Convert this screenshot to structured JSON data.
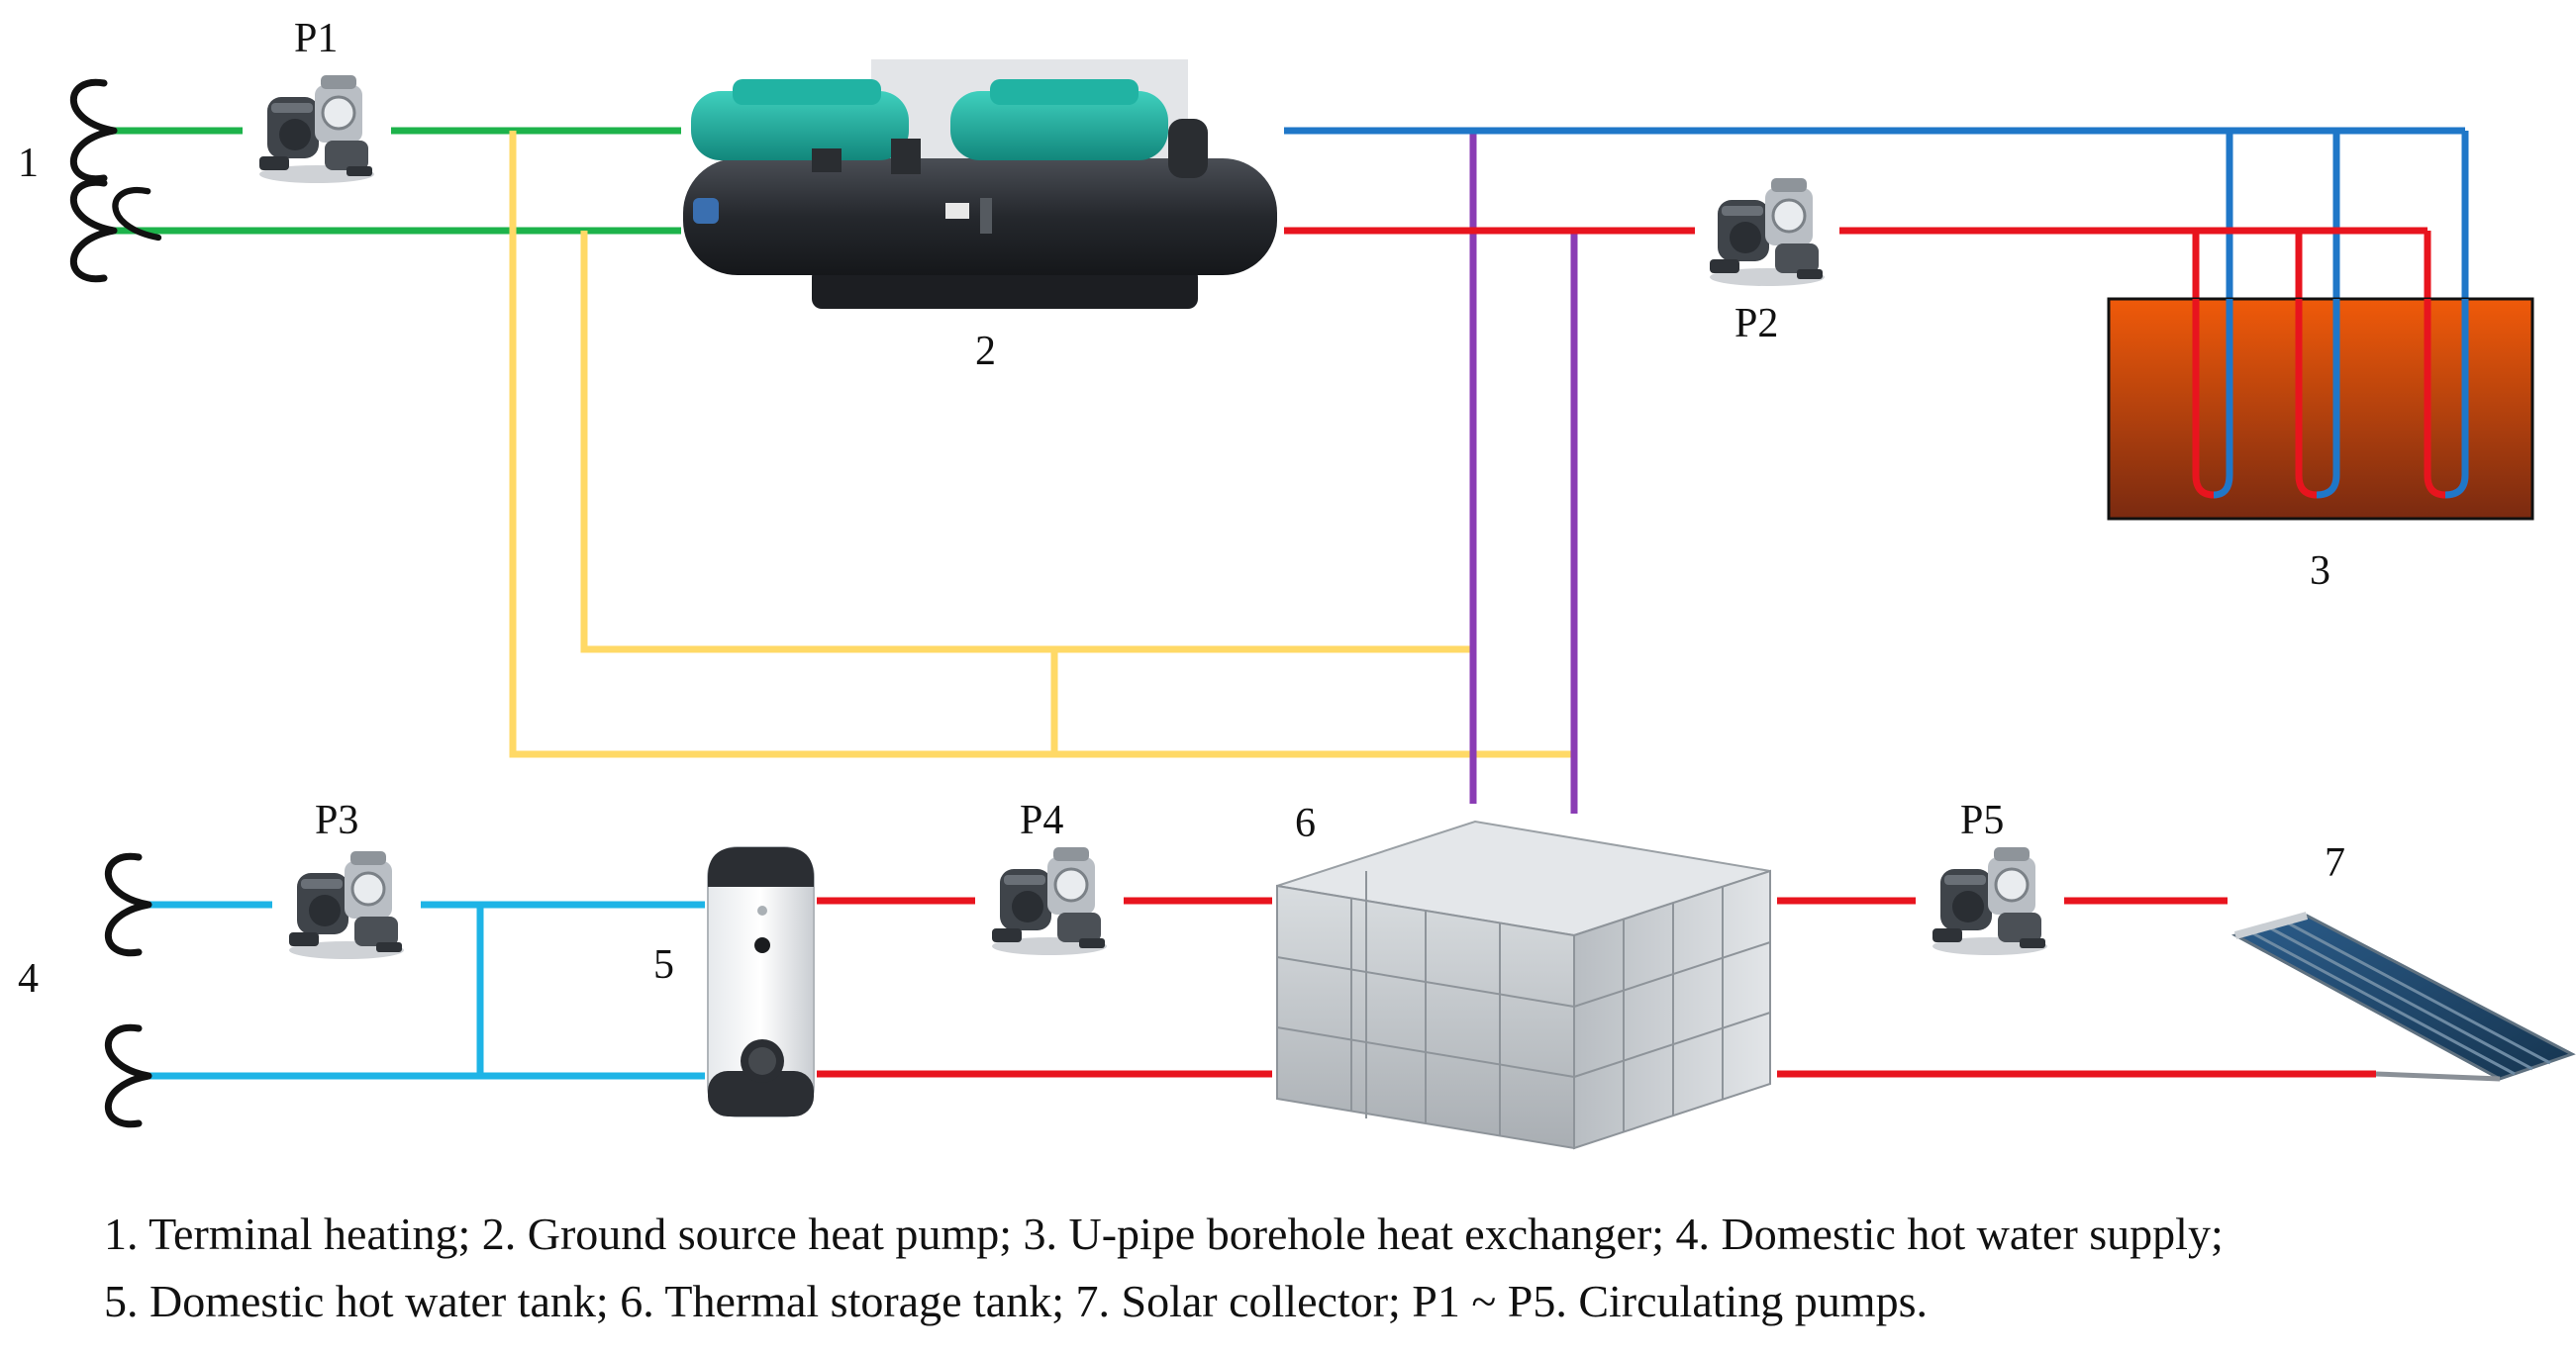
{
  "labels": {
    "n1": "1",
    "n2": "2",
    "n3": "3",
    "n4": "4",
    "n5": "5",
    "n6": "6",
    "n7": "7",
    "p1": "P1",
    "p2": "P2",
    "p3": "P3",
    "p4": "P4",
    "p5": "P5"
  },
  "caption": {
    "line1": "1. Terminal heating; 2. Ground source heat pump; 3. U-pipe borehole heat exchanger; 4. Domestic hot water supply;",
    "line2": "5. Domestic hot water tank; 6. Thermal storage tank; 7. Solar collector; P1 ~ P5. Circulating pumps."
  },
  "colors": {
    "green": "#1db34b",
    "yellow": "#ffd966",
    "blue_pipe": "#1f77c8",
    "red": "#e8141e",
    "purple": "#8a3cb4",
    "cyan": "#1eb4e6",
    "soil_top": "#f05a0a",
    "soil_bottom": "#7a2a10",
    "pump_body": "#4a4f55",
    "hp_compressor": "#1aa89a",
    "hp_shell": "#2a2d33",
    "tank_metal": "#c8ccd0"
  }
}
